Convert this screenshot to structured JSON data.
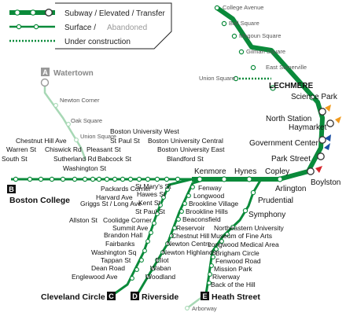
{
  "colors": {
    "green": "#0a8a3a",
    "light_green": "#a7d8b5",
    "orange": "#f19a1d",
    "blue": "#1b4fa3",
    "red": "#d6262d",
    "gray": "#999999"
  },
  "legend": {
    "item1": "Subway / Elevated / Transfer",
    "item2a": "Surface / ",
    "item2b": "Abandoned",
    "item3": "Under construction"
  },
  "branches": {
    "a": {
      "letter": "A",
      "name": "Watertown"
    },
    "b": {
      "letter": "B",
      "name": "Boston College"
    },
    "c": {
      "letter": "C",
      "name": "Cleveland Circle"
    },
    "d": {
      "letter": "D",
      "name": "Riverside"
    },
    "e": {
      "letter": "E",
      "name": "Heath Street"
    }
  },
  "stations": {
    "trunk": [
      "Kenmore",
      "Hynes",
      "Copley",
      "Arlington",
      "Boylston",
      "Park Street",
      "Government Center",
      "Haymarket",
      "North Station",
      "Science Park",
      "LECHMERE"
    ],
    "extension": [
      "College Avenue",
      "Ball Square",
      "Magoun Square",
      "Gilman Square",
      "East Somerville",
      "Union Square"
    ],
    "a_abandoned": [
      "Newton Corner",
      "Oak Square",
      "Union Square"
    ],
    "b": [
      "South St",
      "Warren St",
      "Chestnut Hill Ave",
      "Chiswick Rd",
      "Sutherland Rd",
      "Washington St",
      "Allston St",
      "Griggs St / Long Ave",
      "Harvard Ave",
      "Packards Corner",
      "Pleasant St",
      "Babcock St",
      "Boston University West",
      "St Paul St",
      "Boston University Central",
      "Boston University East",
      "Blandford St"
    ],
    "c": [
      "St Mary's St",
      "Hawes St",
      "Kent St",
      "St Paul St",
      "Coolidge Corner",
      "Summit Ave",
      "Brandon Hall",
      "Fairbanks",
      "Washington Sq",
      "Tappan St",
      "Dean Road",
      "Englewood Ave"
    ],
    "d": [
      "Fenway",
      "Longwood",
      "Brookline Village",
      "Brookline Hills",
      "Beaconsfield",
      "Reservoir",
      "Chestnut Hill",
      "Newton Centre",
      "Newton Highlands",
      "Eliot",
      "Waban",
      "Woodland"
    ],
    "e": [
      "Prudential",
      "Symphony",
      "Northeastern University",
      "Museum of Fine Arts",
      "Longwood Medical Area",
      "Brigham Circle",
      "Fenwood Road",
      "Mission Park",
      "Riverway",
      "Back of the Hill"
    ],
    "e_abandoned": [
      "Arborway"
    ]
  }
}
